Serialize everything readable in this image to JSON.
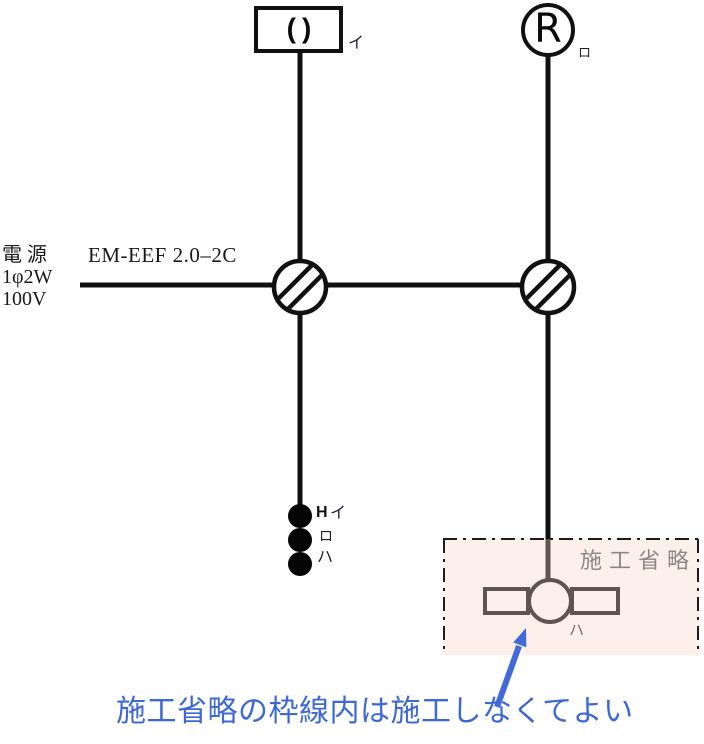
{
  "colors": {
    "line_black": "#111111",
    "caption_blue": "#3d68d6",
    "omission_bg": "#fdf0ea",
    "omission_border": "#1c1c1c",
    "omission_text_gray": "#8b8987",
    "faded_symbol_gray": "#5e534e"
  },
  "power_source": {
    "name_label": "電 源",
    "phase_label": "1φ2W",
    "voltage_label": "100V"
  },
  "cable": {
    "label": "EM-EEF 2.0–2C"
  },
  "fixtures": {
    "ceiling_light": {
      "symbol": "()",
      "circuit_label": "イ"
    },
    "lamp_receptacle": {
      "symbol": "R",
      "circuit_label": "ロ"
    },
    "switch_block": {
      "type_mark": "H",
      "circuit_labels": [
        "イ",
        "ロ",
        "ハ"
      ]
    },
    "exhaust_fan": {
      "circuit_label": "ハ"
    }
  },
  "omission_box": {
    "title": "施工省略"
  },
  "caption": {
    "text": "施工省略の枠線内は施工しなくてよい"
  }
}
